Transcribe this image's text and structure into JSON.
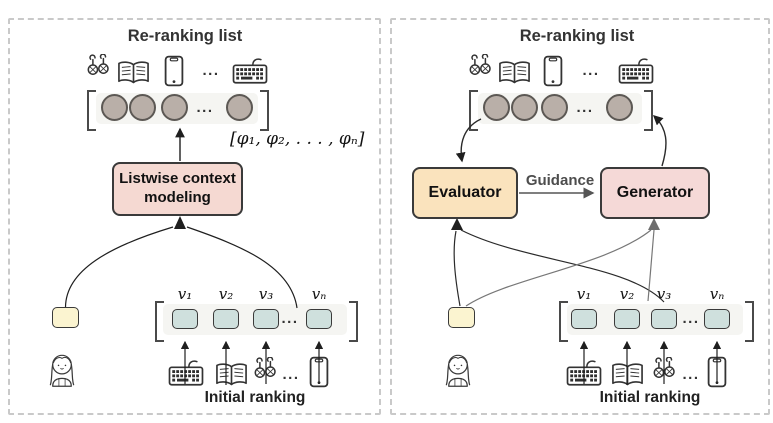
{
  "colors": {
    "model_box": "#f5d9d2",
    "evaluator_box": "#fae3bd",
    "generator_box": "#f5d9d7",
    "user_box": "#fbf4d0",
    "item_box": "#cfe0dd",
    "embedding_circle": "#b9afa8",
    "list_strip": "#f5f5f2",
    "panel_border": "#c9c9c9"
  },
  "icons": {
    "top_items": [
      "earrings-icon",
      "book-icon",
      "phone-icon",
      "keyboard-icon"
    ],
    "bottom_items": [
      "keyboard-icon",
      "book-icon",
      "earrings-icon",
      "phone-icon"
    ],
    "user": "woman-avatar-icon"
  },
  "left_panel": {
    "title": "Re-ranking list",
    "ellipsis": "...",
    "phi_label": "[φ₁, φ₂, . . . , φₙ]",
    "model_label": "Listwise context modeling",
    "item_labels": [
      "v₁",
      "v₂",
      "v₃",
      "vₙ"
    ],
    "initial_label": "Initial ranking"
  },
  "right_panel": {
    "title": "Re-ranking list",
    "ellipsis": "...",
    "evaluator_label": "Evaluator",
    "generator_label": "Generator",
    "guidance_label": "Guidance",
    "item_labels": [
      "v₁",
      "v₂",
      "v₃",
      "vₙ"
    ],
    "initial_label": "Initial ranking"
  }
}
